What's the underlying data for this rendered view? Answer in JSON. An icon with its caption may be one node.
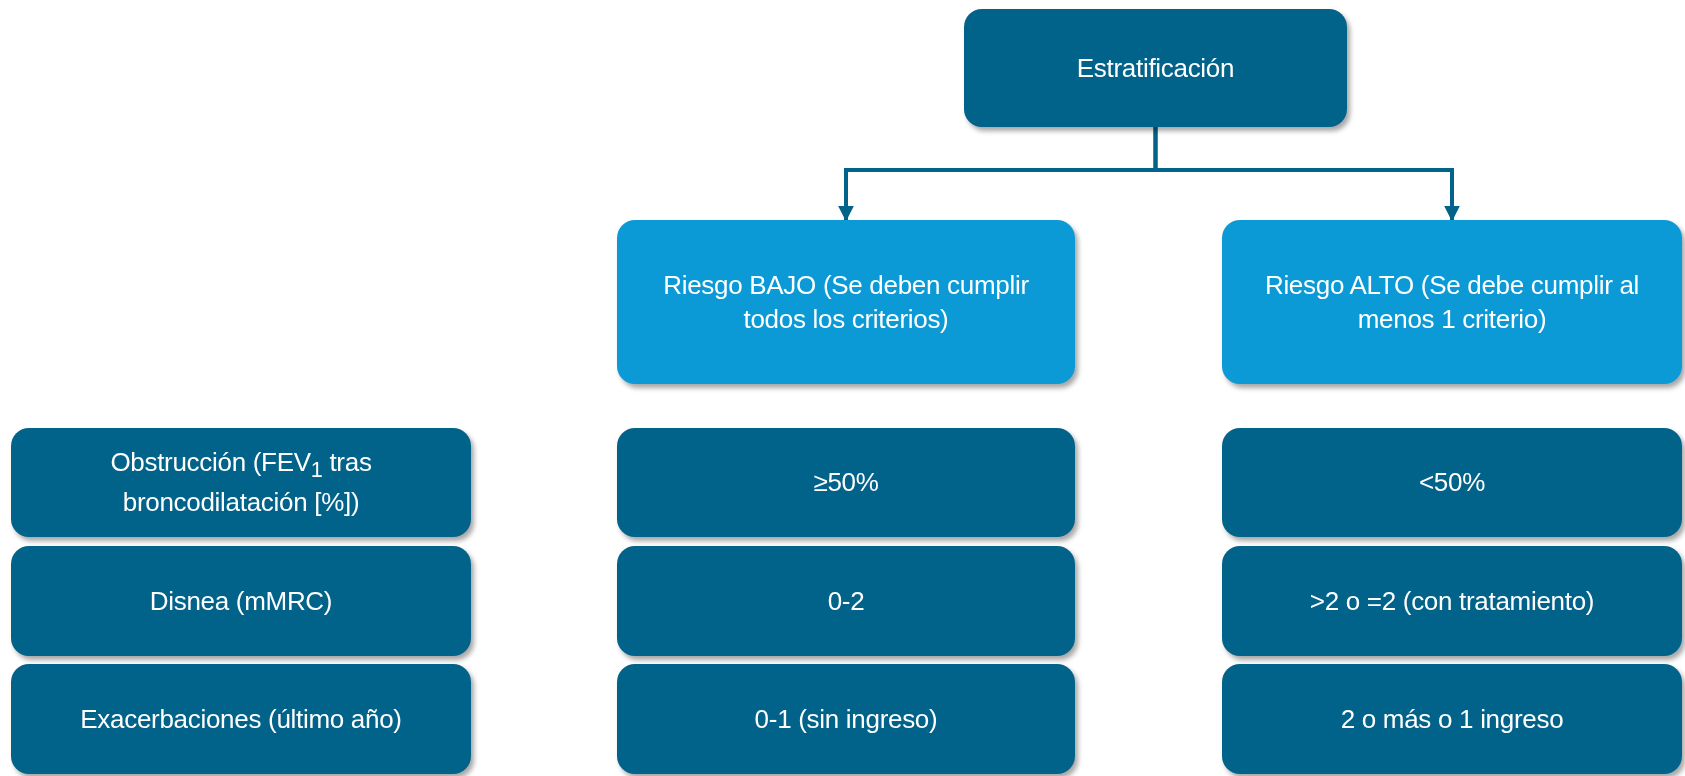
{
  "diagram": {
    "nodes": [
      {
        "text": [
          "Estratificación"
        ]
      },
      {
        "text": [
          "Riesgo BAJO (Se deben cumplir todos los criterios)"
        ]
      },
      {
        "text": [
          "Riesgo ALTO (Se debe cumplir al menos 1 criterio)"
        ]
      },
      {
        "text": [
          "Obstrucción (FEV$_{1}$ tras broncodilatación [%])"
        ]
      },
      {
        "text": [
          "≥50%"
        ]
      },
      {
        "text": [
          "<50%"
        ]
      },
      {
        "text": [
          "Disnea (mMRC)"
        ]
      },
      {
        "text": [
          "0-2"
        ]
      },
      {
        "text": [
          ">2 o =2 (con tratamiento)"
        ]
      },
      {
        "text": [
          "Exacerbaciones (último año)"
        ]
      },
      {
        "text": [
          "0-1 (sin ingreso)"
        ]
      },
      {
        "text": [
          "2 o más o 1 ingreso"
        ]
      }
    ],
    "edges": [
      {
        "from": 0,
        "to": 1,
        "arrow": "to"
      },
      {
        "from": 0,
        "to": 2,
        "arrow": "to"
      }
    ]
  }
}
